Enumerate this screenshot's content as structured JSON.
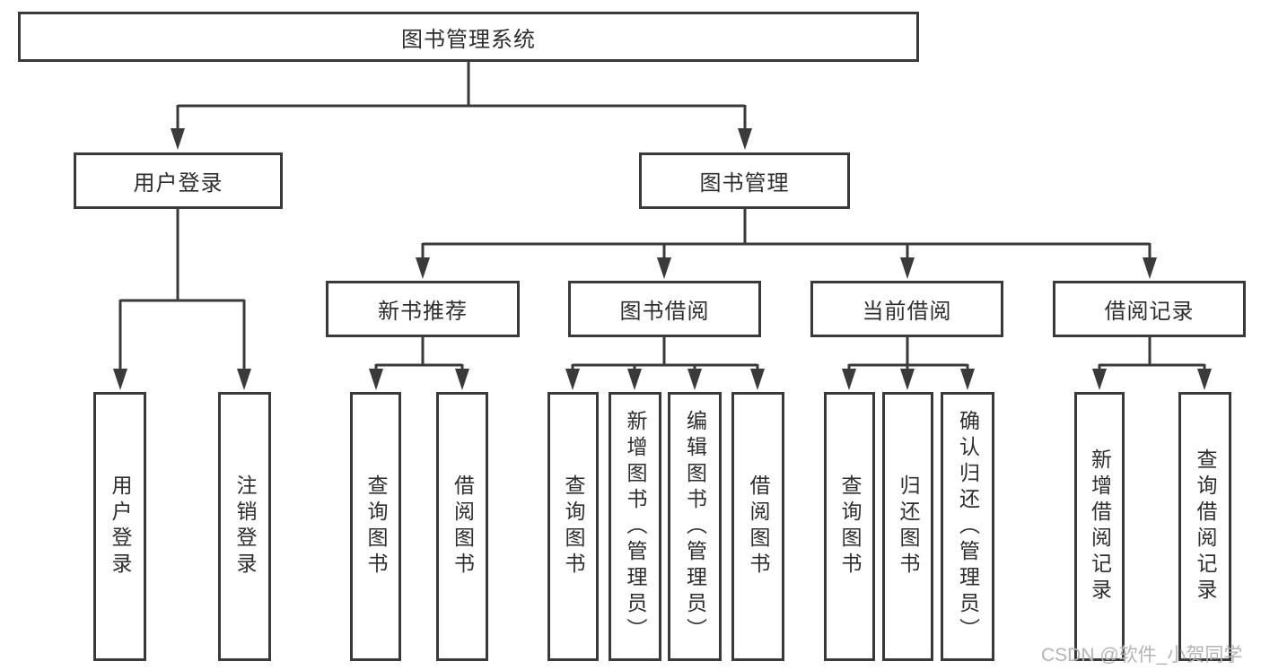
{
  "diagram": {
    "title": "图书管理系统",
    "children": [
      {
        "label": "用户登录",
        "children": [
          {
            "label": "用户登录"
          },
          {
            "label": "注销登录"
          }
        ]
      },
      {
        "label": "图书管理",
        "children": [
          {
            "label": "新书推荐",
            "children": [
              {
                "label": "查询图书"
              },
              {
                "label": "借阅图书"
              }
            ]
          },
          {
            "label": "图书借阅",
            "children": [
              {
                "label": "查询图书"
              },
              {
                "label": "新增图书（管理员）"
              },
              {
                "label": "编辑图书（管理员）"
              },
              {
                "label": "借阅图书"
              }
            ]
          },
          {
            "label": "当前借阅",
            "children": [
              {
                "label": "查询图书"
              },
              {
                "label": "归还图书"
              },
              {
                "label": "确认归还（管理员）"
              }
            ]
          },
          {
            "label": "借阅记录",
            "children": [
              {
                "label": "新增借阅记录"
              },
              {
                "label": "查询借阅记录"
              }
            ]
          }
        ]
      }
    ]
  },
  "watermark": {
    "text": "CSDN @软件_小贺同学"
  },
  "colors": {
    "line": "#3a3a3a",
    "box_border": "#3a3a3a",
    "text": "#2e2e2e",
    "watermark": "#b4b4b4",
    "background": "#ffffff"
  }
}
